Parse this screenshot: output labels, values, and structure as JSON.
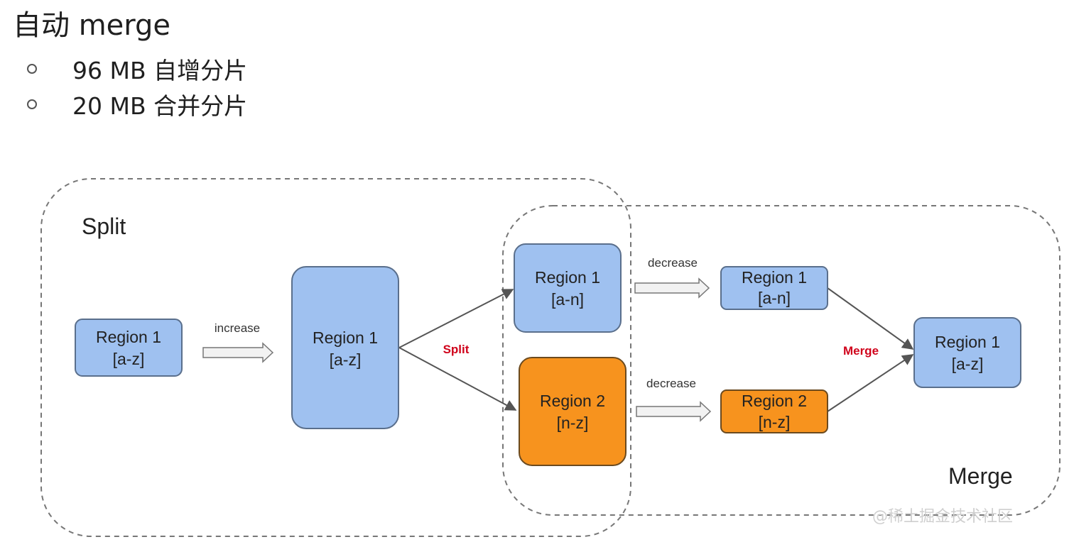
{
  "title": "自动 merge",
  "bullets": [
    "96 MB 自增分片",
    "20 MB 合并分片"
  ],
  "diagram": {
    "group_labels": {
      "split": "Split",
      "merge": "Merge"
    },
    "regions": [
      {
        "id": "r1-start",
        "name": "Region 1",
        "range": "[a-z]",
        "color": "#9fc1f0"
      },
      {
        "id": "r1-grown",
        "name": "Region 1",
        "range": "[a-z]",
        "color": "#9fc1f0"
      },
      {
        "id": "r1-split",
        "name": "Region 1",
        "range": "[a-n]",
        "color": "#9fc1f0"
      },
      {
        "id": "r2-split",
        "name": "Region 2",
        "range": "[n-z]",
        "color": "#f7931e"
      },
      {
        "id": "r1-small",
        "name": "Region 1",
        "range": "[a-n]",
        "color": "#9fc1f0"
      },
      {
        "id": "r2-small",
        "name": "Region 2",
        "range": "[n-z]",
        "color": "#f7931e"
      },
      {
        "id": "r1-merged",
        "name": "Region 1",
        "range": "[a-z]",
        "color": "#9fc1f0"
      }
    ],
    "labels": {
      "increase": "increase",
      "split_action": "Split",
      "decrease_top": "decrease",
      "decrease_bottom": "decrease",
      "merge_action": "Merge"
    },
    "accent_color": "#d0021b"
  },
  "watermark": "@稀土掘金技术社区"
}
